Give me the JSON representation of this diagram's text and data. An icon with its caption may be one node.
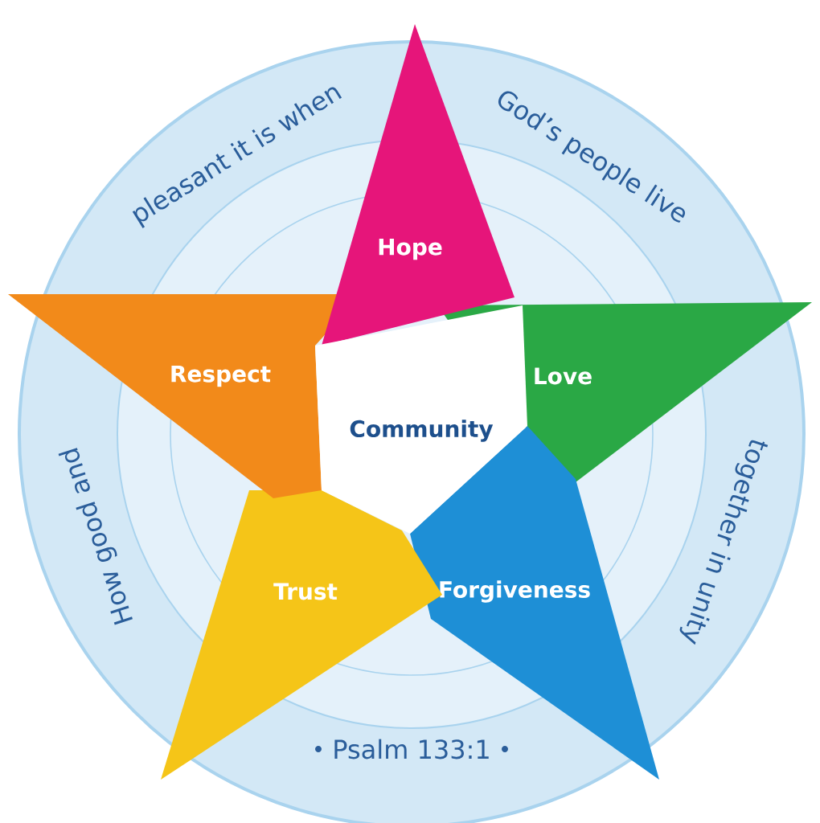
{
  "diagram": {
    "nodes": [
      {
        "text": [
          "Hope"
        ]
      },
      {
        "text": [
          "Respect"
        ]
      },
      {
        "text": [
          "Community"
        ]
      },
      {
        "text": [
          "Love"
        ]
      },
      {
        "text": [
          "Trust"
        ]
      },
      {
        "text": [
          "Forgiveness"
        ]
      }
    ],
    "labels": [
      "How good and",
      "pleasant it is when",
      "God’s people live",
      "together in unity",
      "Psalm 133:1"
    ]
  }
}
